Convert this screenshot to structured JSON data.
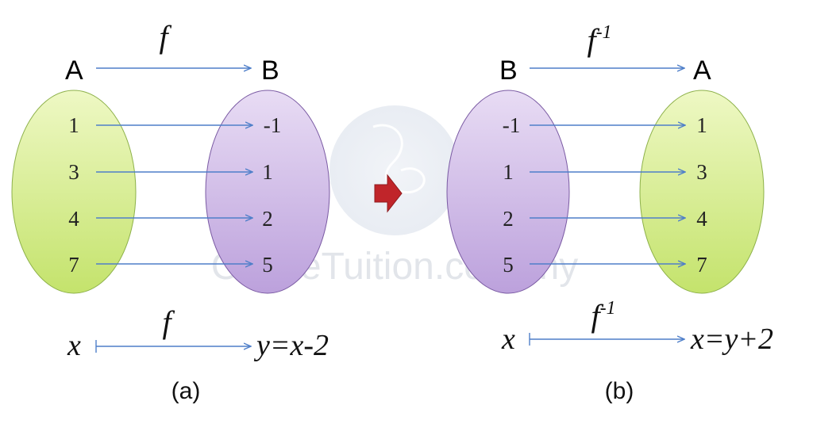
{
  "watermark": "OnlineTuition.com.my",
  "colors": {
    "green_set": "#d2ec8a",
    "purple_set": "#cdb6e6",
    "arrow": "#4f7fc9",
    "center_arrow": "#c0252a"
  },
  "diagram_a": {
    "caption": "(a)",
    "function_label": "f",
    "domain_name": "A",
    "codomain_name": "B",
    "domain_elements": [
      "1",
      "3",
      "4",
      "7"
    ],
    "codomain_elements": [
      "-1",
      "1",
      "2",
      "5"
    ],
    "rule_input": "x",
    "rule_function_label": "f",
    "rule_output": "y=x-2"
  },
  "diagram_b": {
    "caption": "(b)",
    "function_label": "f",
    "function_superscript": "-1",
    "domain_name": "B",
    "codomain_name": "A",
    "domain_elements": [
      "-1",
      "1",
      "2",
      "5"
    ],
    "codomain_elements": [
      "1",
      "3",
      "4",
      "7"
    ],
    "rule_input": "x",
    "rule_function_label": "f",
    "rule_function_superscript": "-1",
    "rule_output": "x=y+2"
  }
}
